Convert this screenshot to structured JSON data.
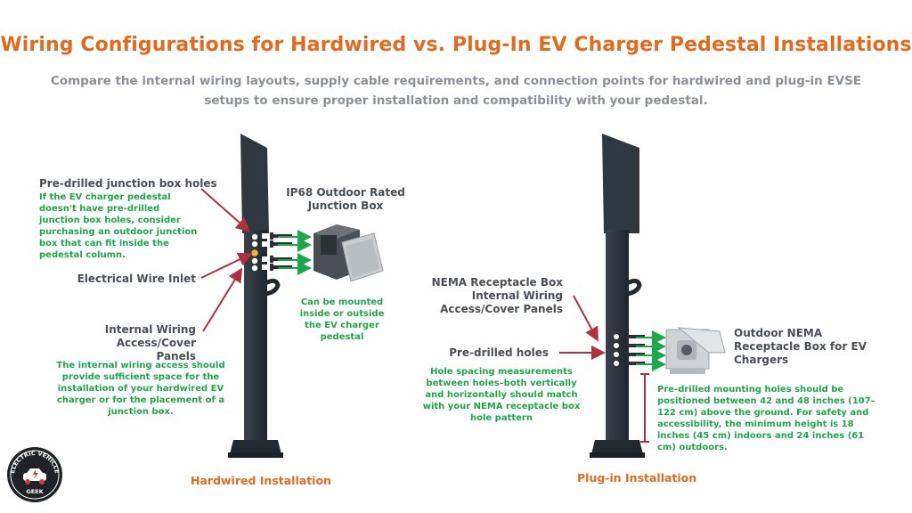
{
  "header": {
    "title": "Wiring Configurations for Hardwired vs. Plug-In EV Charger Pedestal Installations",
    "subtitle": "Compare the internal wiring layouts, supply cable requirements, and connection points for hardwired and plug-in EVSE setups to ensure proper installation and compatibility with your pedestal."
  },
  "hardwired": {
    "label_holes": "Pre-drilled junction box holes",
    "note_holes": "If the EV charger pedestal doesn't have pre-drilled junction box holes, consider purchasing an outdoor junction box that can fit inside the pedestal column.",
    "label_inlet": "Electrical Wire Inlet",
    "label_panels": "Internal Wiring Access/Cover Panels",
    "note_panels": "The internal wiring access should provide sufficient space for the installation of your hardwired EV charger or for the placement of a junction box.",
    "label_box": "IP68 Outdoor Rated Junction Box",
    "note_box": "Can be mounted inside or outside the EV charger pedestal",
    "caption": "Hardwired Installation"
  },
  "plugin": {
    "label_box_panels": "NEMA Receptacle Box Internal Wiring Access/Cover Panels",
    "label_holes": "Pre-drilled holes",
    "note_holes": "Hole spacing measurements between holes–both vertically and horizontally should match with your NEMA receptacle box hole pattern",
    "label_nema": "Outdoor NEMA Receptacle Box for EV Chargers",
    "note_height": "Pre-drilled mounting holes should be positioned between 42 and 48 inches (107–122 cm) above the ground. For safety and accessibility, the minimum height is 18 inches (45 cm) indoors and 24 inches (61 cm) outdoors.",
    "caption": "Plug-in Installation"
  },
  "logo": {
    "top": "ELECTRIC VEHICLE",
    "bottom": "GEEK"
  },
  "colors": {
    "title": "#e36a1c",
    "subtitle": "#8a8f99",
    "label": "#4a4e56",
    "note": "#1da74a",
    "callout": "#b0313d",
    "pedestal": "#2c343c"
  }
}
